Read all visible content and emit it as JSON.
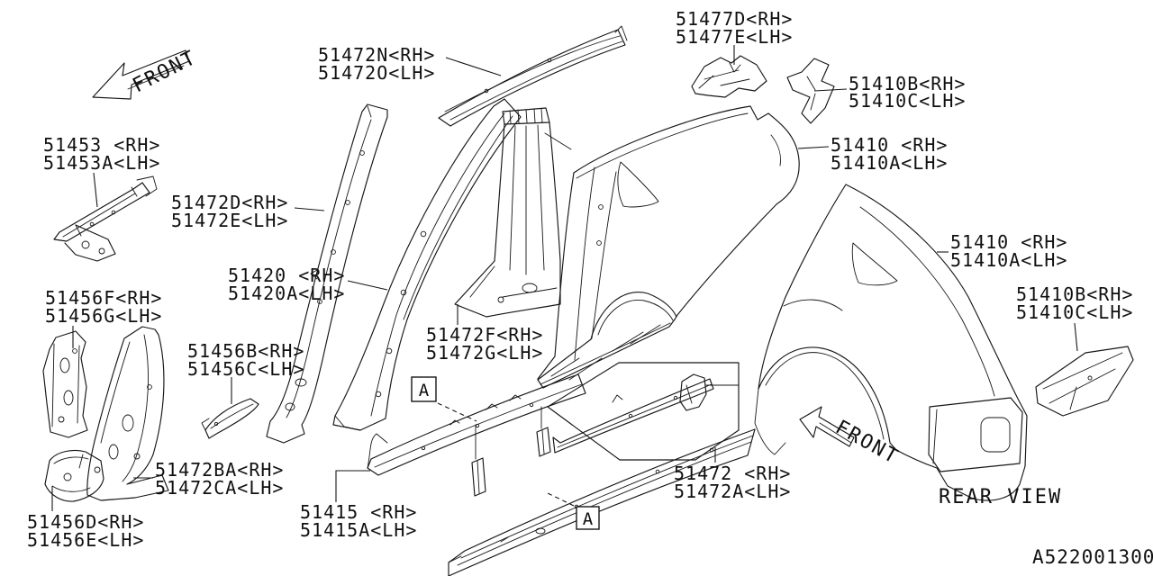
{
  "diagram": {
    "code": "A522001300",
    "rear_view_label": "REAR VIEW",
    "front_label": "FRONT",
    "section_marker": "A",
    "labels": {
      "roof_rail": {
        "rh": "51472N<RH>",
        "lh": "51472O<LH>"
      },
      "upper_bracket": {
        "rh": "51477D<RH>",
        "lh": "51477E<LH>"
      },
      "ext_upper": {
        "rh": "51410B<RH>",
        "lh": "51410C<LH>"
      },
      "qtr_side": {
        "rh": "51410 <RH>",
        "lh": "51410A<LH>"
      },
      "hood_side": {
        "rh": "51453 <RH>",
        "lh": "51453A<LH>"
      },
      "a_pillar": {
        "rh": "51472D<RH>",
        "lh": "51472E<LH>"
      },
      "side_outer": {
        "rh": "51420 <RH>",
        "lh": "51420A<LH>"
      },
      "qtr_rear": {
        "rh": "51410 <RH>",
        "lh": "51410A<LH>"
      },
      "ext_rear": {
        "rh": "51410B<RH>",
        "lh": "51410C<LH>"
      },
      "inner_f": {
        "rh": "51456F<RH>",
        "lh": "51456G<LH>"
      },
      "inner_b": {
        "rh": "51456B<RH>",
        "lh": "51456C<LH>"
      },
      "pillar_rein": {
        "rh": "51472F<RH>",
        "lh": "51472G<LH>"
      },
      "fp_outer": {
        "rh": "51472BA<RH>",
        "lh": "51472CA<LH>"
      },
      "inner_d": {
        "rh": "51456D<RH>",
        "lh": "51456E<LH>"
      },
      "sill_inner": {
        "rh": "51415 <RH>",
        "lh": "51415A<LH>"
      },
      "sill_outer": {
        "rh": "51472 <RH>",
        "lh": "51472A<LH>"
      }
    }
  }
}
